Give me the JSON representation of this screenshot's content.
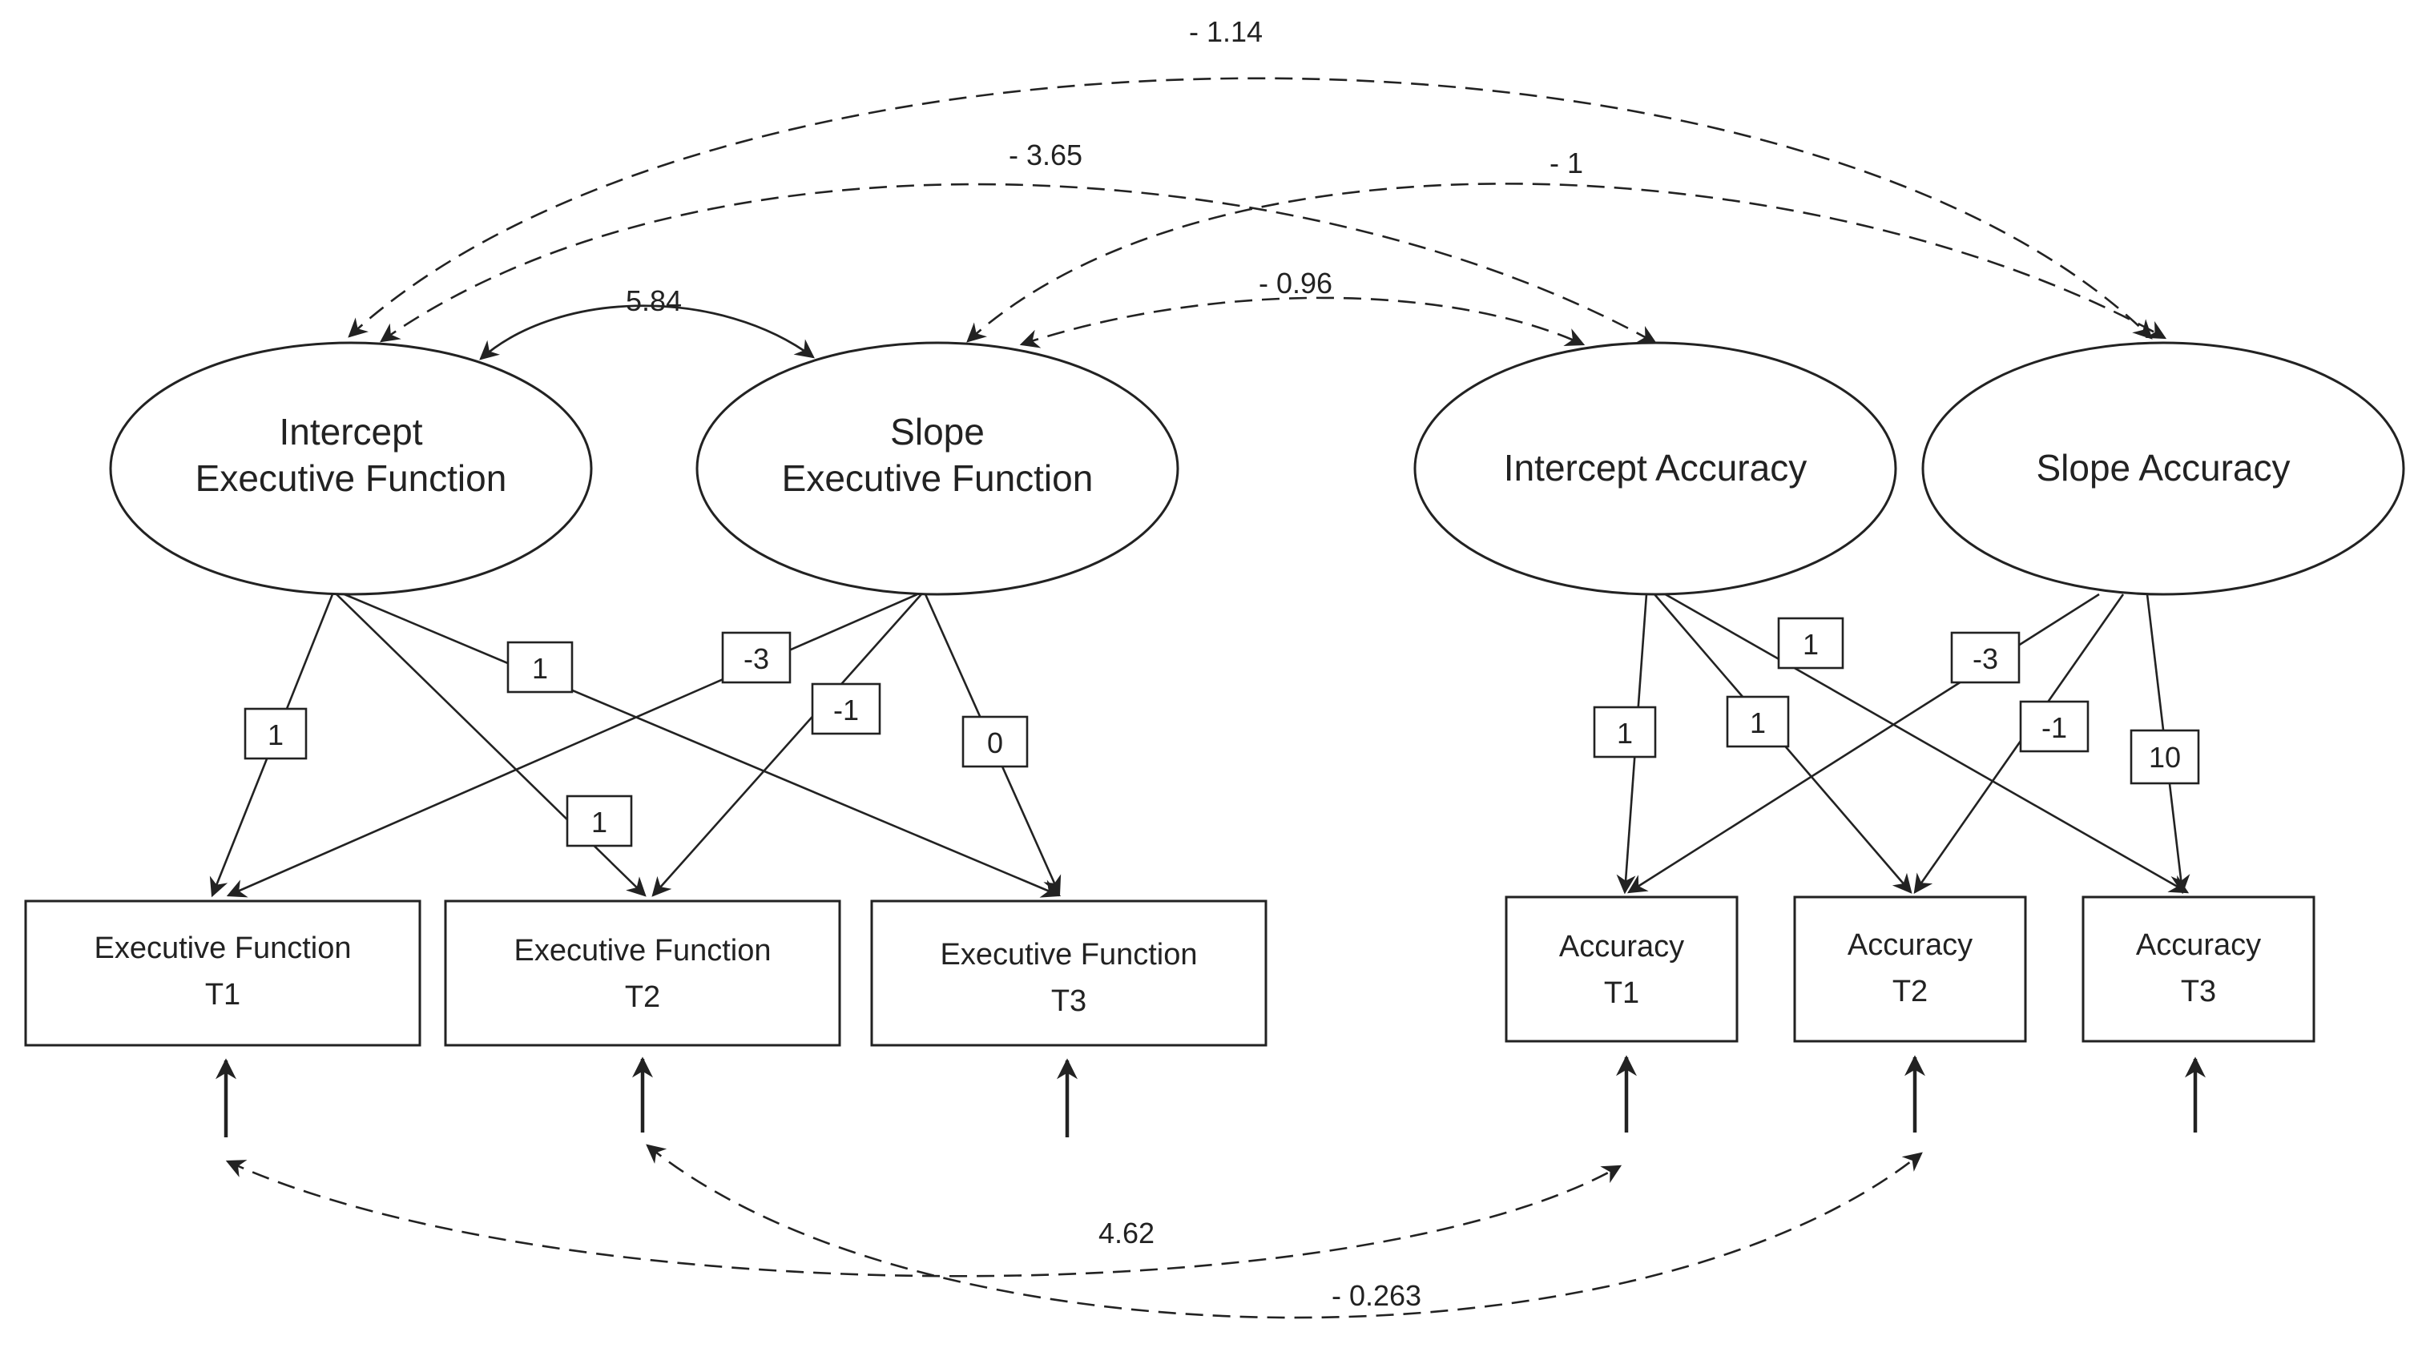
{
  "latent_factors": {
    "int_ef": {
      "lines": [
        "Intercept",
        "Executive Function"
      ]
    },
    "slope_ef": {
      "lines": [
        "Slope",
        "Executive Function"
      ]
    },
    "int_acc": {
      "lines": [
        "Intercept Accuracy"
      ]
    },
    "slope_acc": {
      "lines": [
        "Slope Accuracy"
      ]
    }
  },
  "observed": {
    "ef_t1": {
      "lines": [
        "Executive Function",
        "T1"
      ]
    },
    "ef_t2": {
      "lines": [
        "Executive Function",
        "T2"
      ]
    },
    "ef_t3": {
      "lines": [
        "Executive Function",
        "T3"
      ]
    },
    "acc_t1": {
      "lines": [
        "Accuracy",
        "T1"
      ]
    },
    "acc_t2": {
      "lines": [
        "Accuracy",
        "T2"
      ]
    },
    "acc_t3": {
      "lines": [
        "Accuracy",
        "T3"
      ]
    }
  },
  "loadings": {
    "int_ef_t1": "1",
    "int_ef_t2": "1",
    "int_ef_t3": "1",
    "slope_ef_t1": "-3",
    "slope_ef_t2": "-1",
    "slope_ef_t3": "0",
    "int_acc_t1": "1",
    "int_acc_t2": "1",
    "int_acc_t3": "1",
    "slope_acc_t1": "-3",
    "slope_acc_t2": "-1",
    "slope_acc_t3": "10"
  },
  "covariances": {
    "int_ef__slope_ef": "5.84",
    "int_ef__slope_acc": "- 1.14",
    "int_ef__int_acc": "- 3.65",
    "slope_ef__slope_acc": "- 1",
    "slope_ef__int_acc": "- 0.96",
    "ef_t1__acc_t1": "4.62",
    "ef_t2__acc_t2": "- 0.263"
  }
}
